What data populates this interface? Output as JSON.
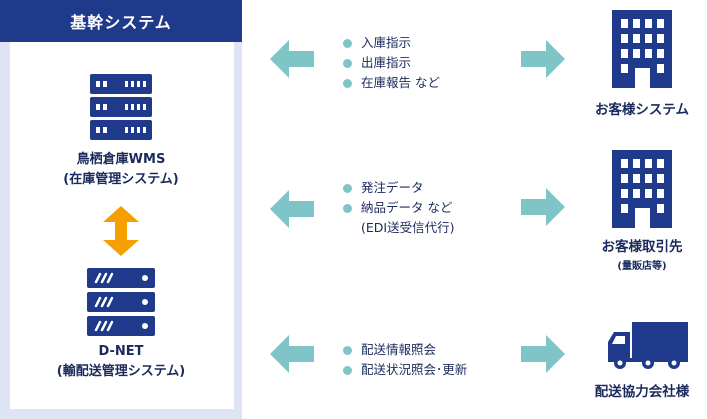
{
  "core": {
    "title": "基幹システム",
    "wms": {
      "name": "鳥栖倉庫WMS",
      "subtitle": "(在庫管理システム)",
      "icon": "server-rack-icon"
    },
    "dnet": {
      "name": "D-NET",
      "subtitle": "(輸配送管理システム)",
      "icon": "network-server-icon"
    },
    "link_arrow_color": "#f5a000"
  },
  "flows": [
    {
      "messages": [
        "入庫指示",
        "出庫指示",
        "在庫報告 など"
      ],
      "note": "",
      "target": {
        "name": "お客様システム",
        "subtitle": "",
        "icon": "building-icon"
      }
    },
    {
      "messages": [
        "発注データ",
        "納品データ など"
      ],
      "note": "(EDI送受信代行)",
      "target": {
        "name": "お客様取引先",
        "subtitle": "(量販店等)",
        "icon": "building-icon"
      }
    },
    {
      "messages": [
        "配送情報照会",
        "配送状況照会･更新"
      ],
      "note": "",
      "target": {
        "name": "配送協力会社様",
        "subtitle": "",
        "icon": "truck-icon"
      }
    }
  ],
  "colors": {
    "navy": "#1f3a8a",
    "panel": "#dfe4f5",
    "teal_arrow": "#7fc4c7",
    "text": "#1a2a5c"
  }
}
